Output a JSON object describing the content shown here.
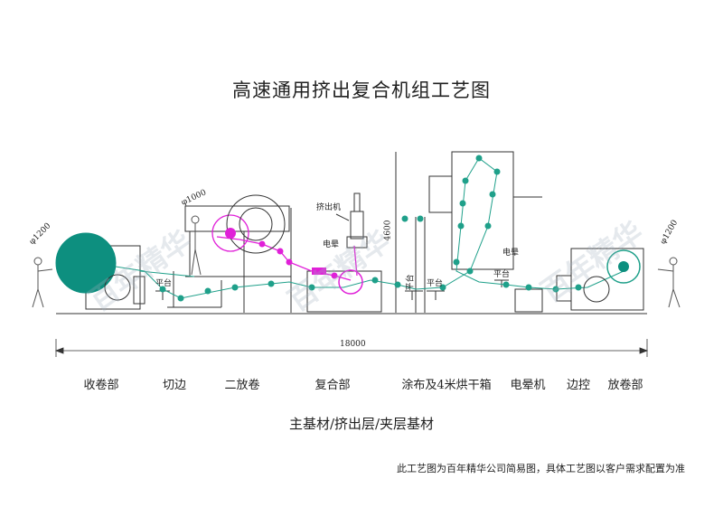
{
  "title": "高速通用挤出复合机组工艺图",
  "sections": [
    "收卷部",
    "切边",
    "二放卷",
    "复合部",
    "涂布及4米烘干箱",
    "电晕机",
    "边控",
    "放卷部"
  ],
  "legend": "主基材/挤出层/夹层基材",
  "note": "此工艺图为百年精华公司简易图，具体工艺图以客户需求配置为准",
  "dimensions": {
    "total_length": "18000",
    "left_roll_diameter": "φ1200",
    "right_roll_diameter": "φ1200",
    "second_unwind_diameter": "φ1000",
    "oven_height": "4600"
  },
  "component_labels": {
    "extruder": "挤出机",
    "corona_top": "电晕",
    "corona_right": "电晕",
    "platform_1": "平台",
    "platform_2": "平台",
    "platform_3": "平台",
    "platform_4": "平台"
  },
  "watermark": "百年精华",
  "colors": {
    "main_substrate": "#1fa08a",
    "extrusion_layer": "#e020d8",
    "machine_line": "#333333",
    "roll_fill": "#0d8f7f"
  }
}
